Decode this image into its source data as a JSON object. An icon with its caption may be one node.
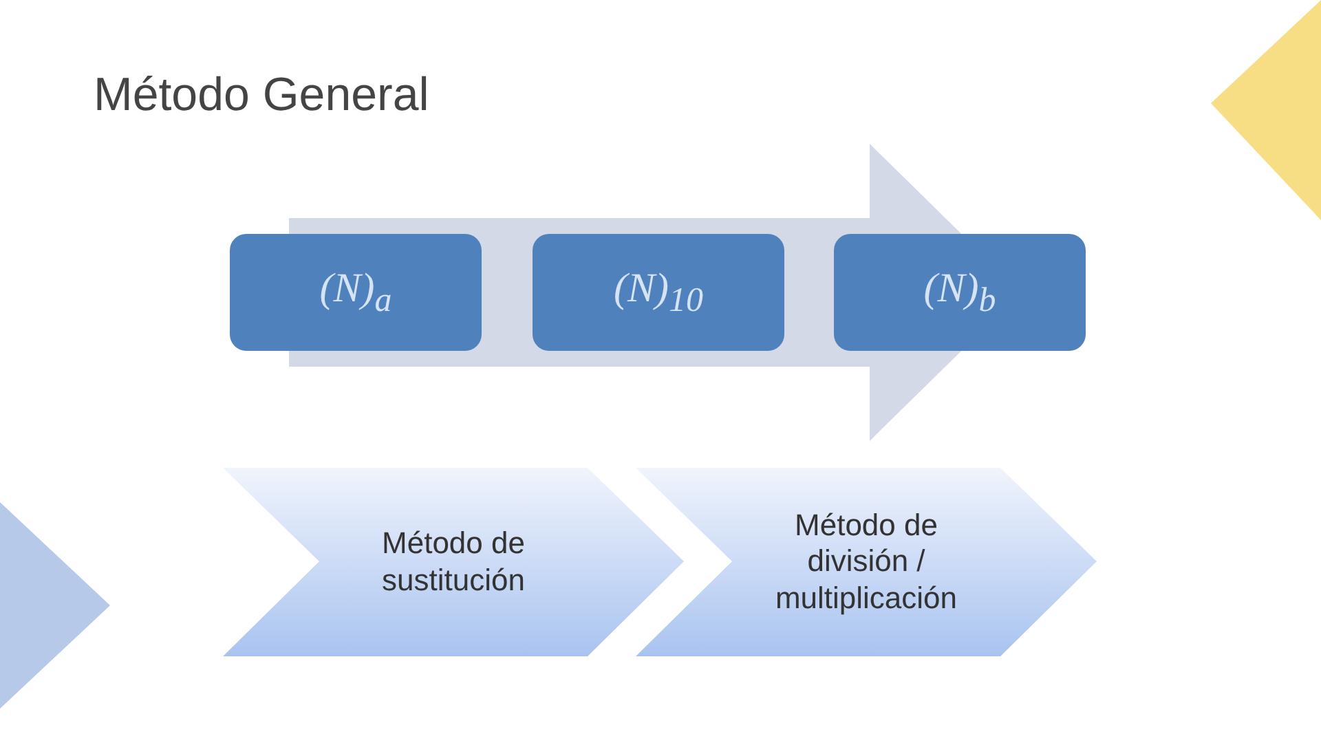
{
  "diagram": {
    "title": "Método General",
    "nodes": [
      {
        "text": [
          "(N)$_{a}$"
        ]
      },
      {
        "text": [
          "(N)$_{10}$"
        ]
      },
      {
        "text": [
          "(N)$_{b}$"
        ]
      },
      {
        "text": [
          "Método de sustitución"
        ]
      },
      {
        "text": [
          "Método de división / multiplicación"
        ]
      }
    ],
    "edges": [
      {
        "from": 0,
        "to": 2,
        "arrow": "to",
        "style": "thick"
      }
    ]
  }
}
